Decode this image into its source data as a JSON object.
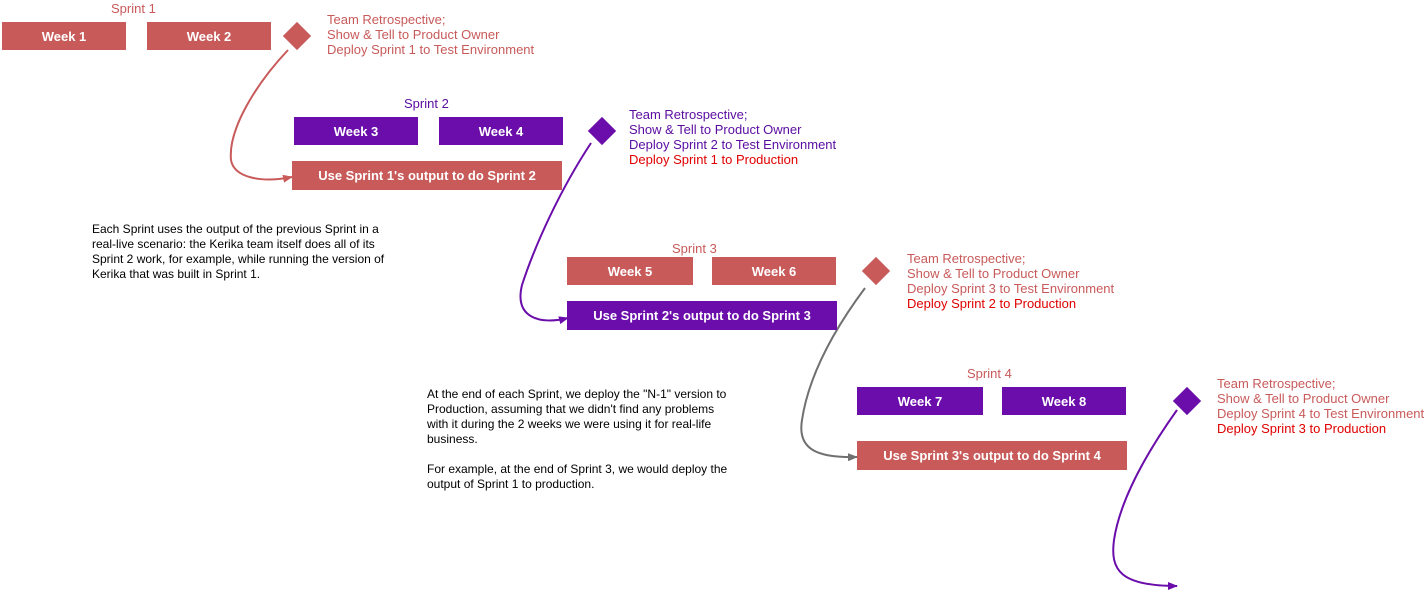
{
  "colors": {
    "red": "#c85a5a",
    "purple": "#6a0dab",
    "bright_red": "#e00000",
    "gray": "#707070"
  },
  "sprints": [
    {
      "label": "Sprint 1",
      "weeks": [
        "Week 1",
        "Week 2"
      ],
      "notes": [
        "Team Retrospective;",
        "Show & Tell to Product Owner",
        "Deploy Sprint 1 to Test Environment"
      ]
    },
    {
      "label": "Sprint 2",
      "weeks": [
        "Week 3",
        "Week 4"
      ],
      "use_output": "Use Sprint 1's output to do Sprint 2",
      "notes": [
        "Team Retrospective;",
        "Show & Tell to Product Owner",
        "Deploy Sprint 2 to Test Environment"
      ],
      "deploy_production": "Deploy Sprint 1 to Production"
    },
    {
      "label": "Sprint 3",
      "weeks": [
        "Week 5",
        "Week 6"
      ],
      "use_output": "Use Sprint 2's output to do Sprint 3",
      "notes": [
        "Team Retrospective;",
        "Show & Tell to Product Owner",
        "Deploy Sprint 3 to Test Environment"
      ],
      "deploy_production": "Deploy Sprint 2 to Production"
    },
    {
      "label": "Sprint 4",
      "weeks": [
        "Week 7",
        "Week 8"
      ],
      "use_output": "Use Sprint 3's output to do Sprint 4",
      "notes": [
        "Team Retrospective;",
        "Show & Tell to Product Owner",
        "Deploy Sprint 4 to Test Environment"
      ],
      "deploy_production": "Deploy Sprint 3 to Production"
    }
  ],
  "explanations": {
    "sprint_output": "Each Sprint uses the output of the previous Sprint in a real-live scenario: the Kerika team itself does all of its Sprint 2 work, for example, while running the version of Kerika that was built in Sprint 1.",
    "deploy_n1_p1": "At the end of each Sprint, we deploy the \"N-1\" version to Production, assuming that we didn't find any problems with it during the 2 weeks we were using it for real-life business.",
    "deploy_n1_p2": "For example, at the end of Sprint 3, we would deploy the output of Sprint 1 to production."
  }
}
